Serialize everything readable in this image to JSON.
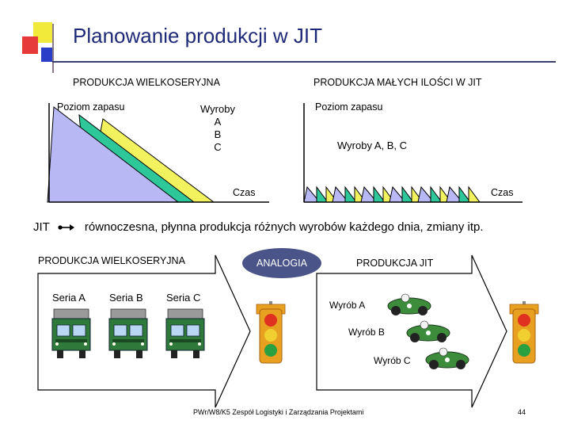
{
  "title": "Planowanie produkcji w JIT",
  "left_panel": {
    "header": "PRODUKCJA WIELKOSERYJNA",
    "y_axis_label": "Poziom zapasu",
    "products_label": "Wyroby",
    "products": [
      "A",
      "B",
      "C"
    ],
    "x_axis_label": "Czas"
  },
  "right_panel": {
    "header": "PRODUKCJA MAŁYCH ILOŚCI W JIT",
    "y_axis_label": "Poziom zapasu",
    "products_label": "Wyroby  A, B, C",
    "x_axis_label": "Czas"
  },
  "jit_statement": {
    "prefix": "JIT",
    "text": "równoczesna, płynna produkcja różnych wyrobów każdego dnia, zmiany itp."
  },
  "analogy": {
    "left_header": "PRODUKCJA WIELKOSERYJNA",
    "center_label": "ANALOGIA",
    "right_header": "PRODUKCJA JIT",
    "series": [
      "Seria A",
      "Seria B",
      "Seria C"
    ],
    "products": [
      "Wyrób A",
      "Wyrób B",
      "Wyrób C"
    ]
  },
  "colors": {
    "product_a": "#b8b8f4",
    "product_b": "#2ec79a",
    "product_c": "#f2f25e",
    "accent": "#1e2a78",
    "oval": "#4a5488",
    "truck": "#2f7a3a",
    "car": "#3c8c3c"
  },
  "footer": "PWr/W8/K5  Zespół Logistyki i Zarządzania Projektami",
  "page_number": "44"
}
